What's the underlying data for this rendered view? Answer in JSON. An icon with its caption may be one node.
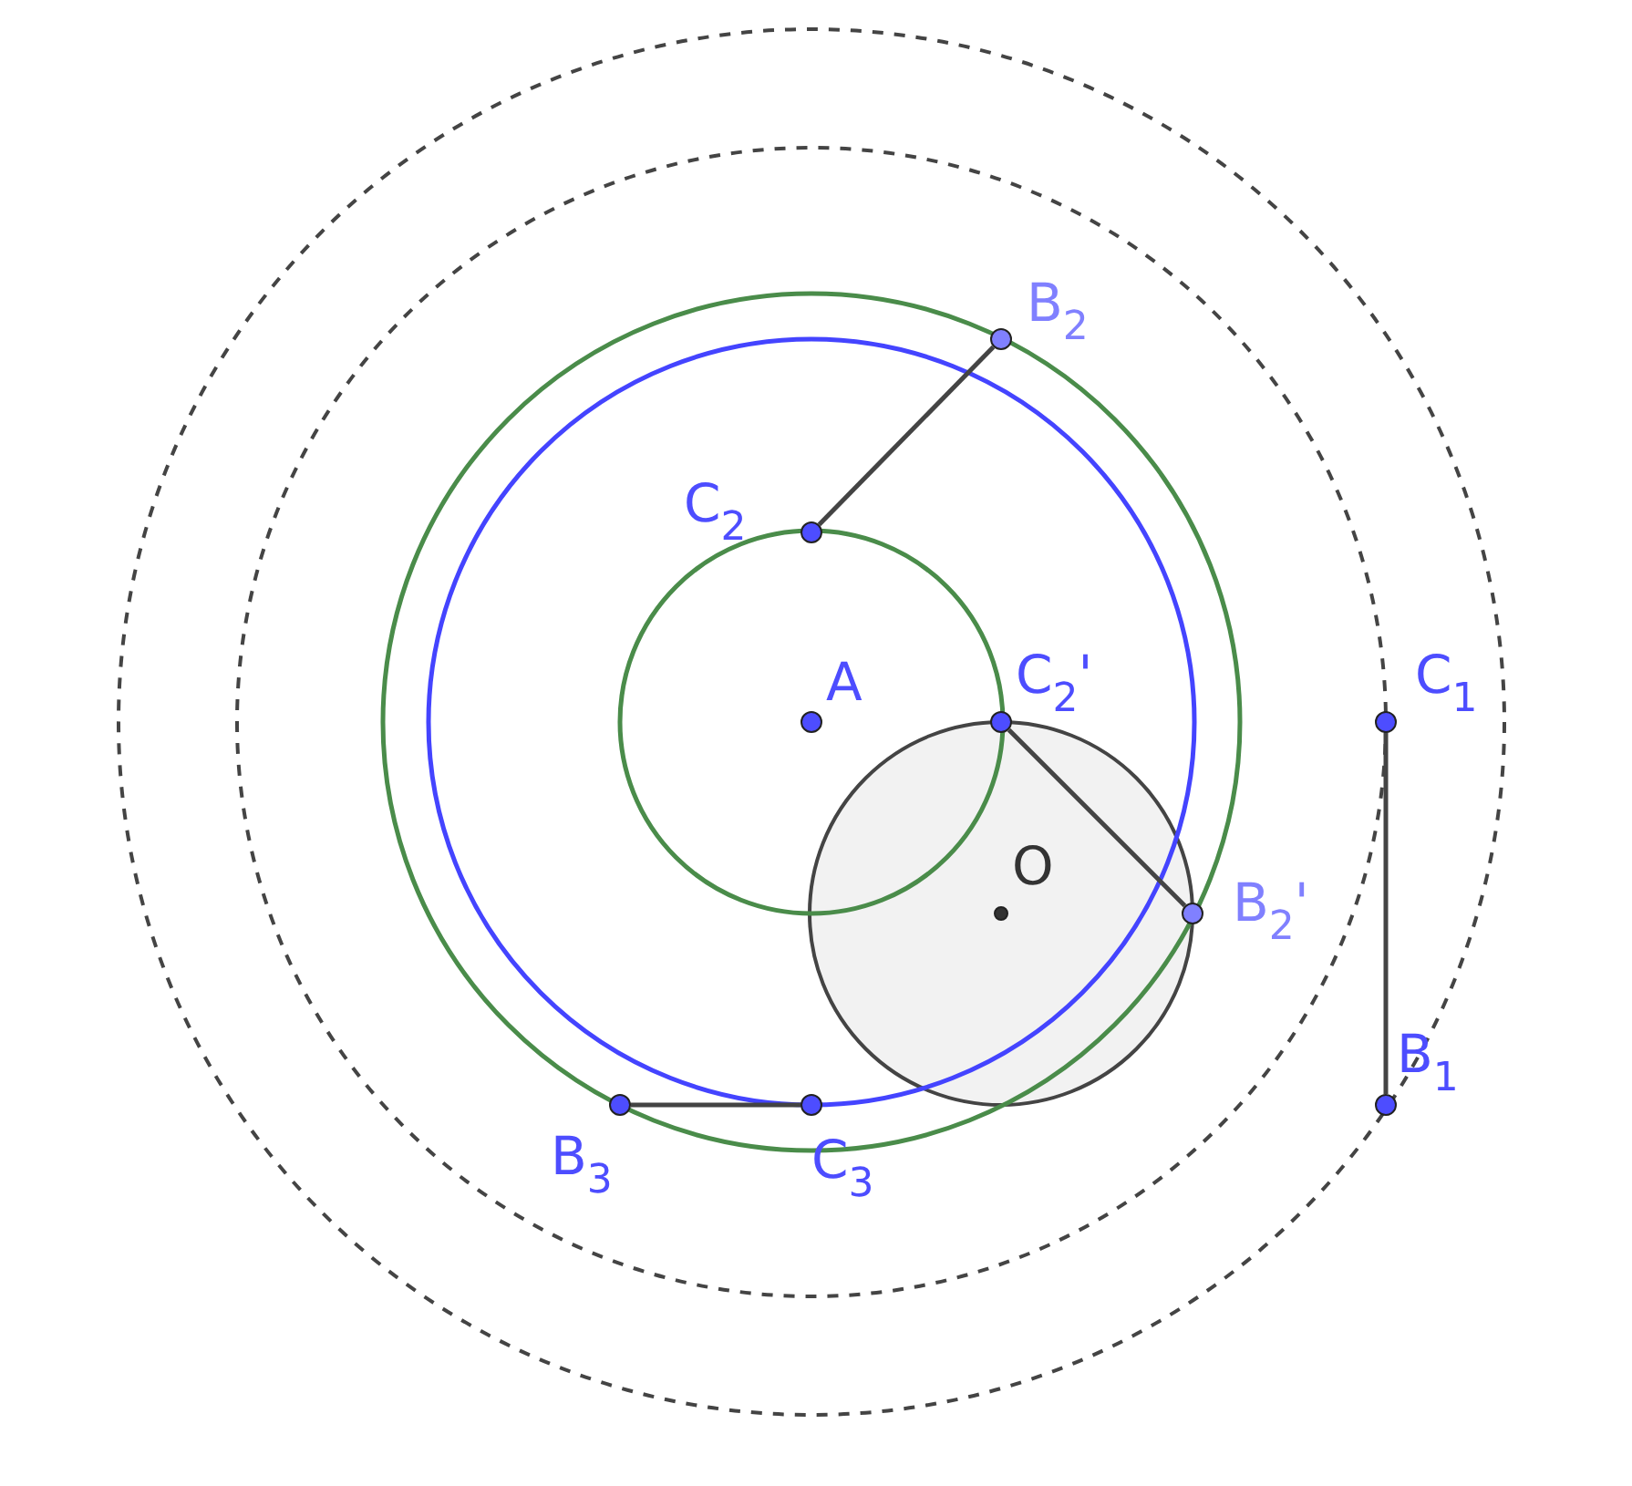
{
  "diagram": {
    "nodes": [
      {
        "text": [
          "B$_{2}$"
        ]
      },
      {
        "text": [
          "C$_{2}$"
        ]
      },
      {
        "text": [
          "A"
        ]
      },
      {
        "text": [
          "C$_{2}$'"
        ]
      },
      {
        "text": [
          "C$_{1}$"
        ]
      },
      {
        "text": [
          "O"
        ]
      },
      {
        "text": [
          "B$_{2}$'"
        ]
      },
      {
        "text": [
          "B$_{1}$"
        ]
      },
      {
        "text": [
          "B$_{3}$"
        ]
      },
      {
        "text": [
          "C$_{3}$"
        ]
      }
    ],
    "edges": [
      {
        "from": 1,
        "to": 0,
        "arrow": "none"
      },
      {
        "from": 3,
        "to": 6,
        "arrow": "none"
      },
      {
        "from": 4,
        "to": 7,
        "arrow": "none"
      },
      {
        "from": 8,
        "to": 9,
        "arrow": "none"
      }
    ]
  }
}
